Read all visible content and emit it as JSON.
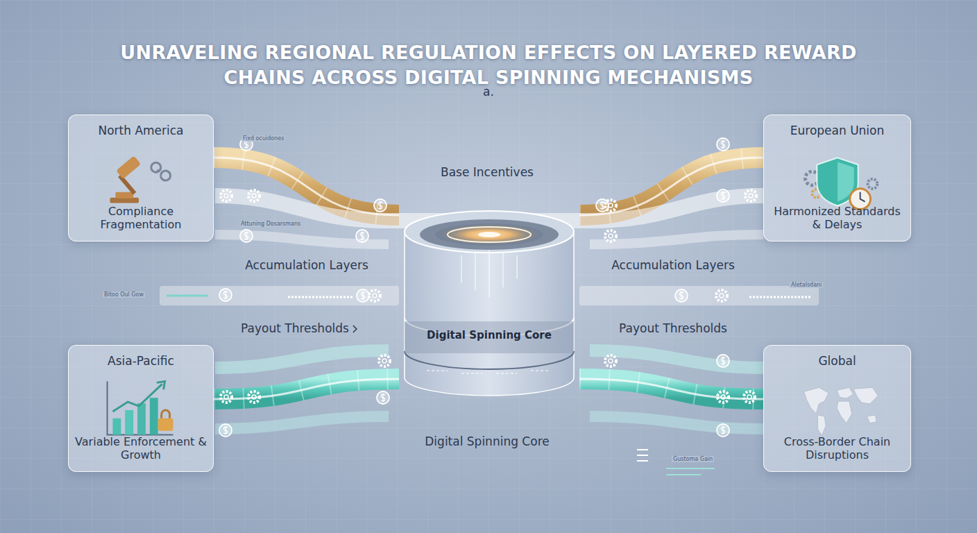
{
  "diagram": {
    "title": "UNRAVELING REGIONAL REGULATION EFFECTS ON LAYERED REWARD CHAINS ACROSS DIGITAL SPINNING MECHANISMS",
    "nodes": [
      {
        "text": [
          "North America",
          "Compliance Fragmentation"
        ]
      },
      {
        "text": [
          "European Union",
          "Harmonized Standards & Delays"
        ]
      },
      {
        "text": [
          "Asia-Pacific",
          "Variable Enforcement & Growth"
        ]
      },
      {
        "text": [
          "Global",
          "Cross-Border Chain Disruptions"
        ]
      },
      {
        "text": [
          "Digital Spinning Core"
        ]
      }
    ],
    "edges": [
      {
        "from": 0,
        "to": 4,
        "arrow": "none"
      },
      {
        "from": 4,
        "to": 1,
        "arrow": "none"
      },
      {
        "from": 2,
        "to": 4,
        "arrow": "none"
      },
      {
        "from": 4,
        "to": 3,
        "arrow": "none"
      }
    ],
    "labels": [
      "a.",
      "Base Incentives",
      "Accumulation Layers",
      "Accumulation Layers",
      "Payout Thresholds",
      "Payout Thresholds",
      "Digital Spinning Core",
      "Fixd ocuidones",
      "Attuning Dosarsmans",
      "Bitoo Oul Gow",
      "Aletalsdani",
      "Gustoma Gain"
    ]
  }
}
